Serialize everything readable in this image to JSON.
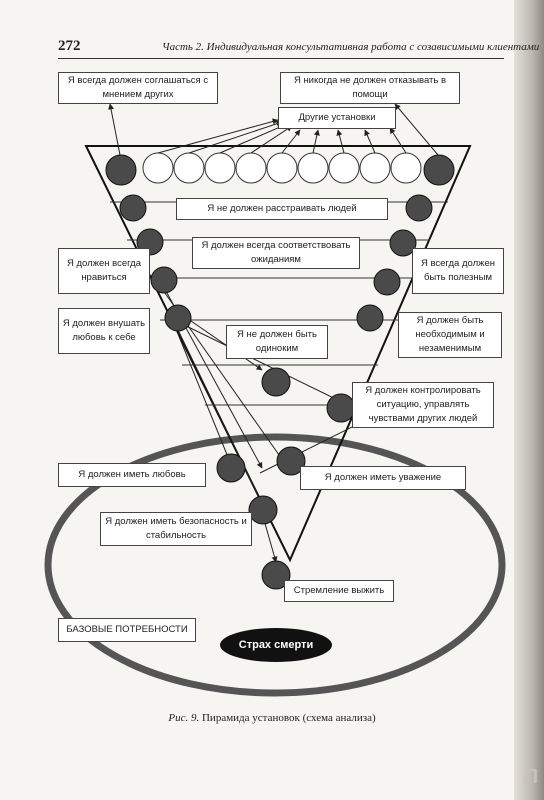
{
  "header": {
    "page_number": "272",
    "running_head": "Часть 2. Индивидуальная консультативная работа с созависимыми клиентами"
  },
  "diagram": {
    "boxes": {
      "agree": "Я всегда должен соглашаться с мнением других",
      "never_refuse": "Я никогда не должен отказывать в помощи",
      "other": "Другие установки",
      "not_upset": "Я не должен расстраивать людей",
      "expectations": "Я должен всегда соответствовать ожиданиям",
      "please": "Я должен всегда нравиться",
      "useful": "Я всегда должен быть полезным",
      "love_self": "Я должен внушать любовь к себе",
      "needed": "Я должен быть необходимым и незаменимым",
      "not_alone": "Я не должен быть одиноким",
      "control": "Я должен контролировать ситуацию, управлять чувствами других людей",
      "have_love": "Я должен иметь любовь",
      "respect": "Я должен иметь уважение",
      "safety": "Я должен иметь безопасность и стабильность",
      "survive": "Стремление выжить",
      "basic": "БАЗОВЫЕ ПОТРЕБНОСТИ"
    },
    "core": "Страх смерти"
  },
  "caption": {
    "label": "Рис. 9.",
    "text": "Пирамида установок (схема анализа)"
  },
  "watermark": "Л"
}
